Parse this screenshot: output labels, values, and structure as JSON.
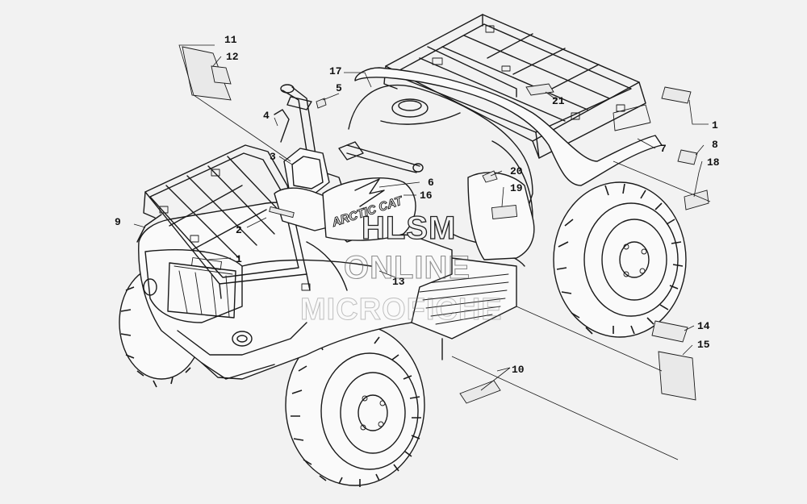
{
  "diagram": {
    "callouts": [
      {
        "id": "c1a",
        "label": "1"
      },
      {
        "id": "c1b",
        "label": "1"
      },
      {
        "id": "c2",
        "label": "2"
      },
      {
        "id": "c3",
        "label": "3"
      },
      {
        "id": "c4",
        "label": "4"
      },
      {
        "id": "c5",
        "label": "5"
      },
      {
        "id": "c6",
        "label": "6"
      },
      {
        "id": "c7",
        "label": "7"
      },
      {
        "id": "c8",
        "label": "8"
      },
      {
        "id": "c9",
        "label": "9"
      },
      {
        "id": "c10",
        "label": "10"
      },
      {
        "id": "c11",
        "label": "11"
      },
      {
        "id": "c12",
        "label": "12"
      },
      {
        "id": "c13",
        "label": "13"
      },
      {
        "id": "c14",
        "label": "14"
      },
      {
        "id": "c15",
        "label": "15"
      },
      {
        "id": "c16",
        "label": "16"
      },
      {
        "id": "c17",
        "label": "17"
      },
      {
        "id": "c18",
        "label": "18"
      },
      {
        "id": "c19",
        "label": "19"
      },
      {
        "id": "c20",
        "label": "20"
      },
      {
        "id": "c21",
        "label": "21"
      }
    ],
    "brand_text": "ARCTIC CAT",
    "watermark": {
      "line1": "HLSM",
      "line2": "ONLINE",
      "line3": "MICROFICHE"
    }
  }
}
